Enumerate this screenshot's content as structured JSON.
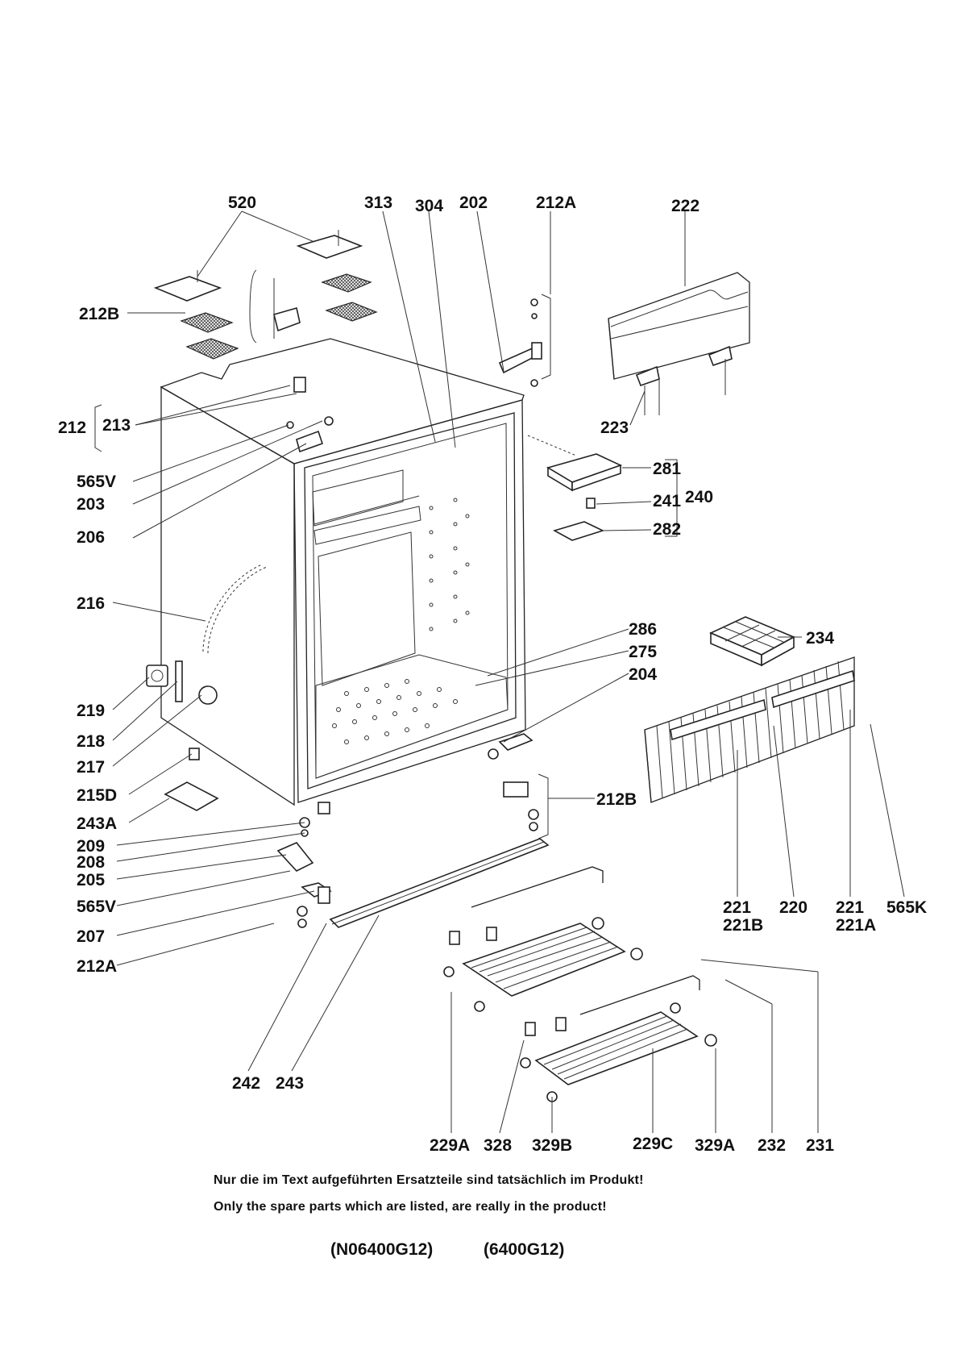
{
  "part_labels": {
    "p520": "520",
    "p313": "313",
    "p304": "304",
    "p202": "202",
    "p212A_top": "212A",
    "p222": "222",
    "p212B_top": "212B",
    "p212": "212",
    "p213": "213",
    "p565V_top": "565V",
    "p203": "203",
    "p206": "206",
    "p223": "223",
    "p281": "281",
    "p241": "241",
    "p240": "240",
    "p282": "282",
    "p216": "216",
    "p286": "286",
    "p275": "275",
    "p204": "204",
    "p234": "234",
    "p219": "219",
    "p218": "218",
    "p217": "217",
    "p215D": "215D",
    "p243A": "243A",
    "p212B_bot": "212B",
    "p209": "209",
    "p208": "208",
    "p205": "205",
    "p565V_bot": "565V",
    "p207": "207",
    "p212A_bot": "212A",
    "p221_a": "221",
    "p221B": "221B",
    "p220": "220",
    "p221_b": "221",
    "p221A": "221A",
    "p565K": "565K",
    "p242": "242",
    "p243": "243",
    "p229A": "229A",
    "p328": "328",
    "p329B": "329B",
    "p229C": "229C",
    "p329A": "329A",
    "p232": "232",
    "p231": "231"
  },
  "notes": {
    "german": "Nur die im Text aufgeführten Ersatzteile sind tatsächlich im Produkt!",
    "english": "Only the spare parts which are listed, are really in the product!"
  },
  "models": {
    "model_a": "(N06400G12)",
    "model_b": "(6400G12)"
  }
}
